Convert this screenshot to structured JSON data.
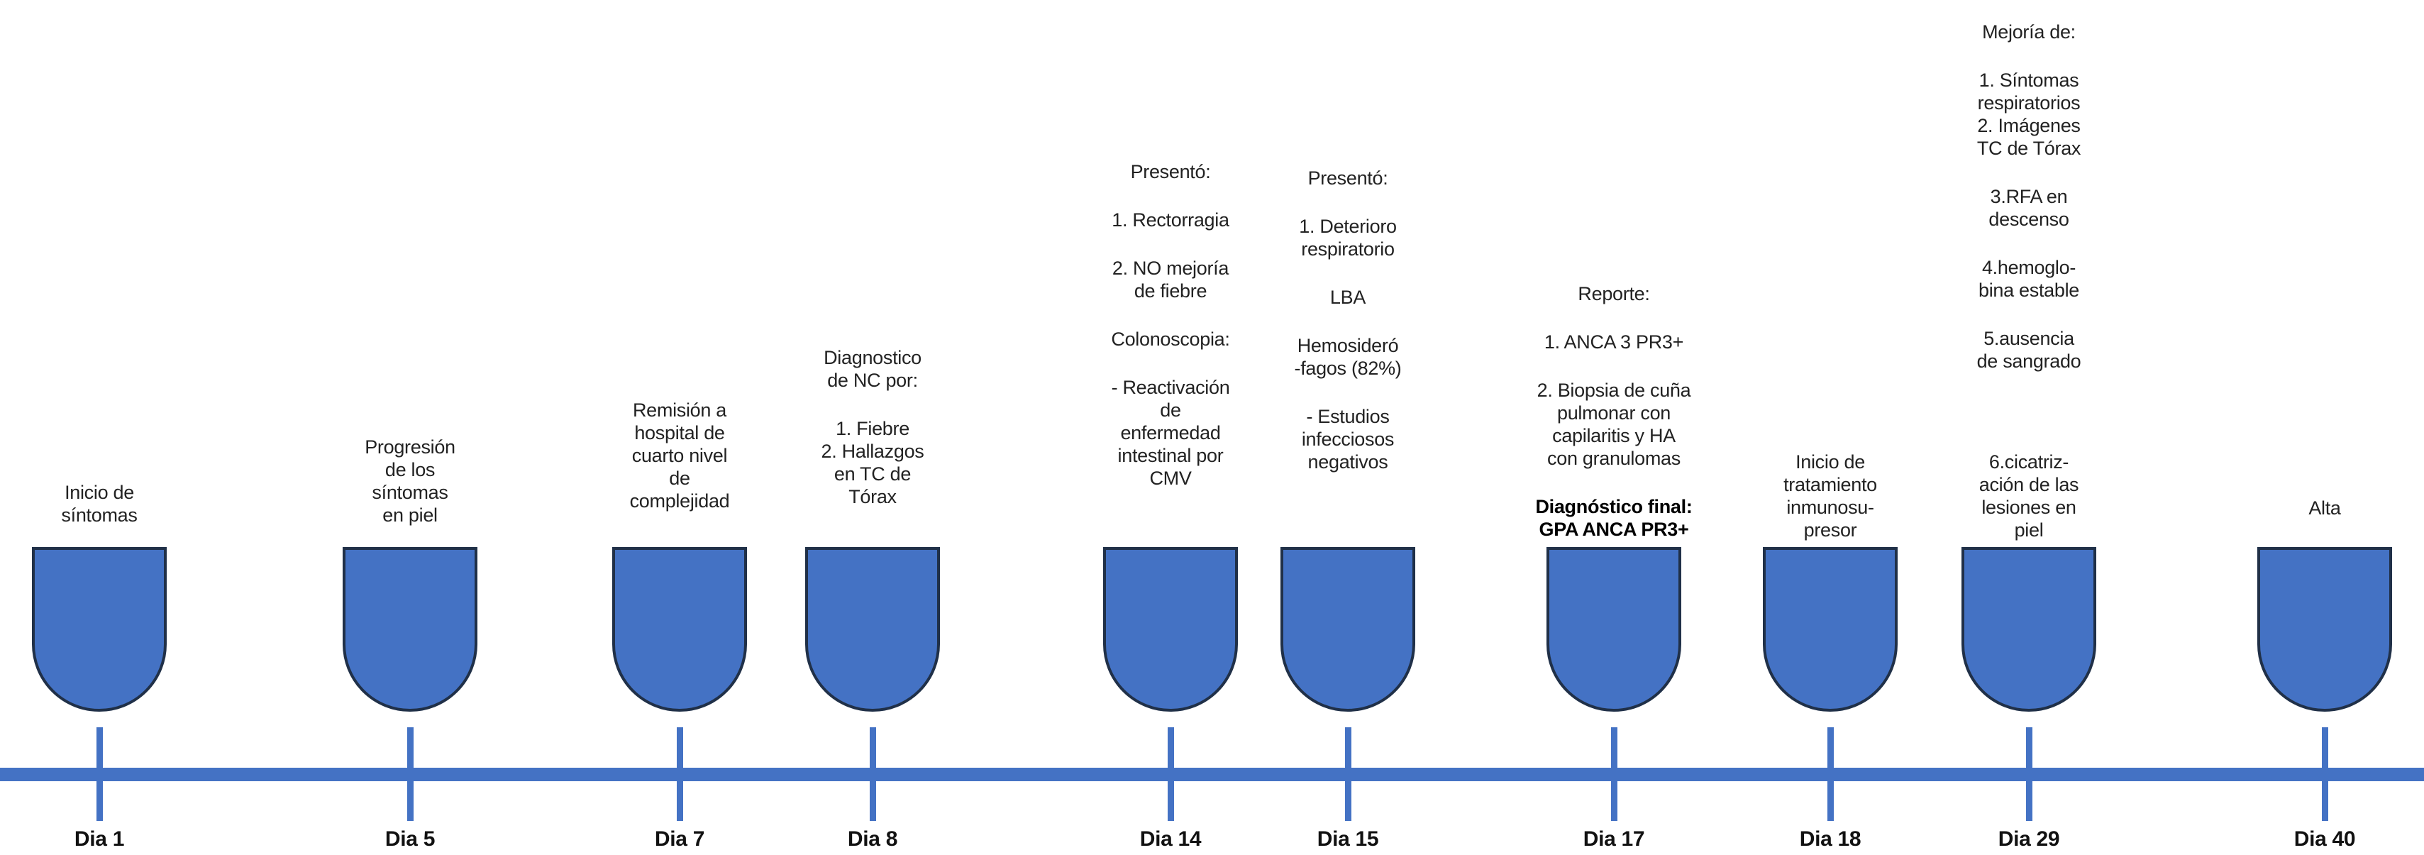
{
  "diagram": {
    "colors": {
      "timeline_blue": "#4472C4",
      "marker_fill": "#4472C4",
      "marker_border": "#203048",
      "text": "#222222"
    },
    "events": [
      {
        "day_label": "Dia 1",
        "blocks": [
          {
            "lines": [
              "Inicio de",
              "síntomas"
            ],
            "bold": false
          }
        ]
      },
      {
        "day_label": "Dia 5",
        "blocks": [
          {
            "lines": [
              "Progresión",
              "de los",
              "síntomas",
              "en piel"
            ],
            "bold": false
          }
        ]
      },
      {
        "day_label": "Dia 7",
        "blocks": [
          {
            "lines": [
              "Remisión a",
              "hospital de",
              "cuarto nivel",
              "de",
              "complejidad"
            ],
            "bold": false
          }
        ]
      },
      {
        "day_label": "Dia 8",
        "blocks": [
          {
            "lines": [
              "Diagnostico",
              "de NC por:"
            ],
            "bold": false
          },
          {
            "lines": [
              "1. Fiebre",
              "2. Hallazgos",
              "en TC de",
              "Tórax"
            ],
            "bold": false
          }
        ]
      },
      {
        "day_label": "Dia 14",
        "blocks": [
          {
            "lines": [
              "Presentó:"
            ],
            "bold": false
          },
          {
            "lines": [
              "1. Rectorragia"
            ],
            "bold": false
          },
          {
            "lines": [
              "2. NO mejoría",
              "de fiebre"
            ],
            "bold": false
          },
          {
            "lines": [
              "Colonoscopia:"
            ],
            "bold": false
          },
          {
            "lines": [
              "- Reactivación",
              "de",
              "enfermedad",
              "intestinal por",
              "CMV"
            ],
            "bold": false
          }
        ]
      },
      {
        "day_label": "Dia 15",
        "blocks": [
          {
            "lines": [
              "Presentó:"
            ],
            "bold": false
          },
          {
            "lines": [
              "1. Deterioro",
              "respiratorio"
            ],
            "bold": false
          },
          {
            "lines": [
              "LBA"
            ],
            "bold": false
          },
          {
            "lines": [
              "Hemosideró",
              "-fagos (82%)"
            ],
            "bold": false
          },
          {
            "lines": [
              "- Estudios",
              "infecciosos",
              "negativos"
            ],
            "bold": false
          }
        ]
      },
      {
        "day_label": "Dia 17",
        "blocks": [
          {
            "lines": [
              "Reporte:"
            ],
            "bold": false
          },
          {
            "lines": [
              "1. ANCA 3 PR3+"
            ],
            "bold": false
          },
          {
            "lines": [
              "2. Biopsia de cuña",
              "pulmonar con",
              "capilaritis y HA",
              "con granulomas"
            ],
            "bold": false
          },
          {
            "lines": [
              "Diagnóstico final:",
              "GPA ANCA PR3+"
            ],
            "bold": true
          }
        ]
      },
      {
        "day_label": "Dia 18",
        "blocks": [
          {
            "lines": [
              "Inicio de",
              "tratamiento",
              "inmunosu-",
              "presor"
            ],
            "bold": false
          }
        ]
      },
      {
        "day_label": "Dia 29",
        "blocks": [
          {
            "lines": [
              "Mejoría de:"
            ],
            "bold": false
          },
          {
            "lines": [
              "1. Síntomas",
              "respiratorios",
              "2. Imágenes",
              "TC de Tórax"
            ],
            "bold": false
          },
          {
            "lines": [
              "3.RFA en",
              "descenso"
            ],
            "bold": false
          },
          {
            "lines": [
              "4.hemoglo-",
              "bina estable"
            ],
            "bold": false
          },
          {
            "lines": [
              "5.ausencia",
              "de sangrado"
            ],
            "bold": false
          },
          {
            "lines": [
              "6.cicatriz-",
              "ación de las",
              "lesiones en",
              "piel"
            ],
            "bold": false,
            "extra_gap": true
          }
        ]
      },
      {
        "day_label": "Dia 40",
        "blocks": [
          {
            "lines": [
              "Alta"
            ],
            "bold": false
          }
        ]
      }
    ]
  }
}
